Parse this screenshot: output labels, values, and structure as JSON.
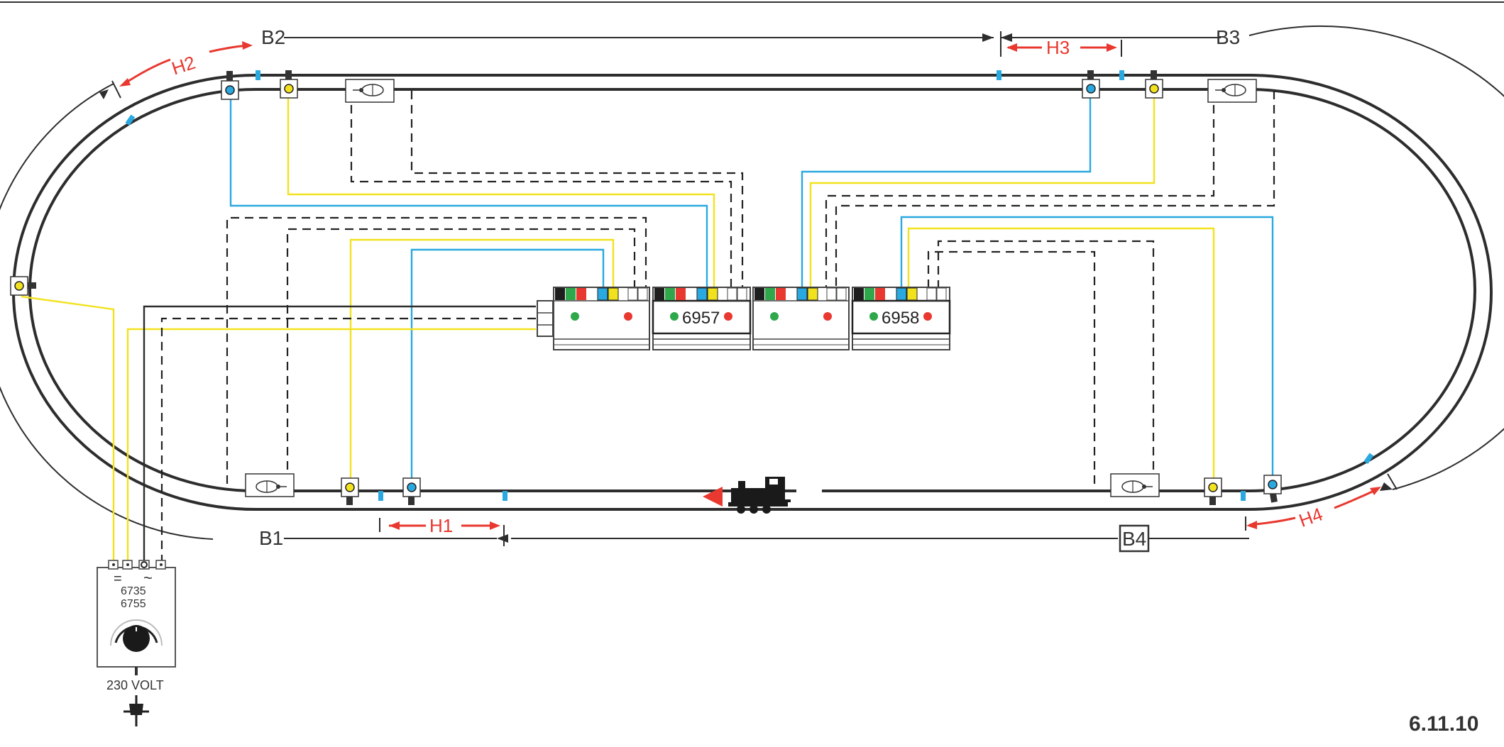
{
  "page": {
    "code": "6.11.10"
  },
  "sections": {
    "b1": "B1",
    "b2": "B2",
    "b3": "B3",
    "b4": "B4",
    "h1": "H1",
    "h2": "H2",
    "h3": "H3",
    "h4": "H4"
  },
  "modules": [
    {
      "label": ""
    },
    {
      "label": "6957"
    },
    {
      "label": ""
    },
    {
      "label": "6958"
    }
  ],
  "transformer": {
    "numbers": [
      "6735",
      "6755"
    ],
    "dc_symbol": "=",
    "ac_symbol": "~",
    "voltage": "230 VOLT"
  },
  "colors": {
    "track": "#2d2d2d",
    "blue_wire": "#2aa8e0",
    "yellow_wire": "#f2e21e",
    "red_arrow": "#e8382f",
    "contact_blue": "#2aa8e0",
    "led_green": "#2ea84a",
    "led_red": "#e8382f"
  },
  "icons": [
    "signal-blue-icon",
    "signal-yellow-icon",
    "uncoupler-icon",
    "locomotive-icon",
    "plug-icon",
    "knob-icon"
  ]
}
